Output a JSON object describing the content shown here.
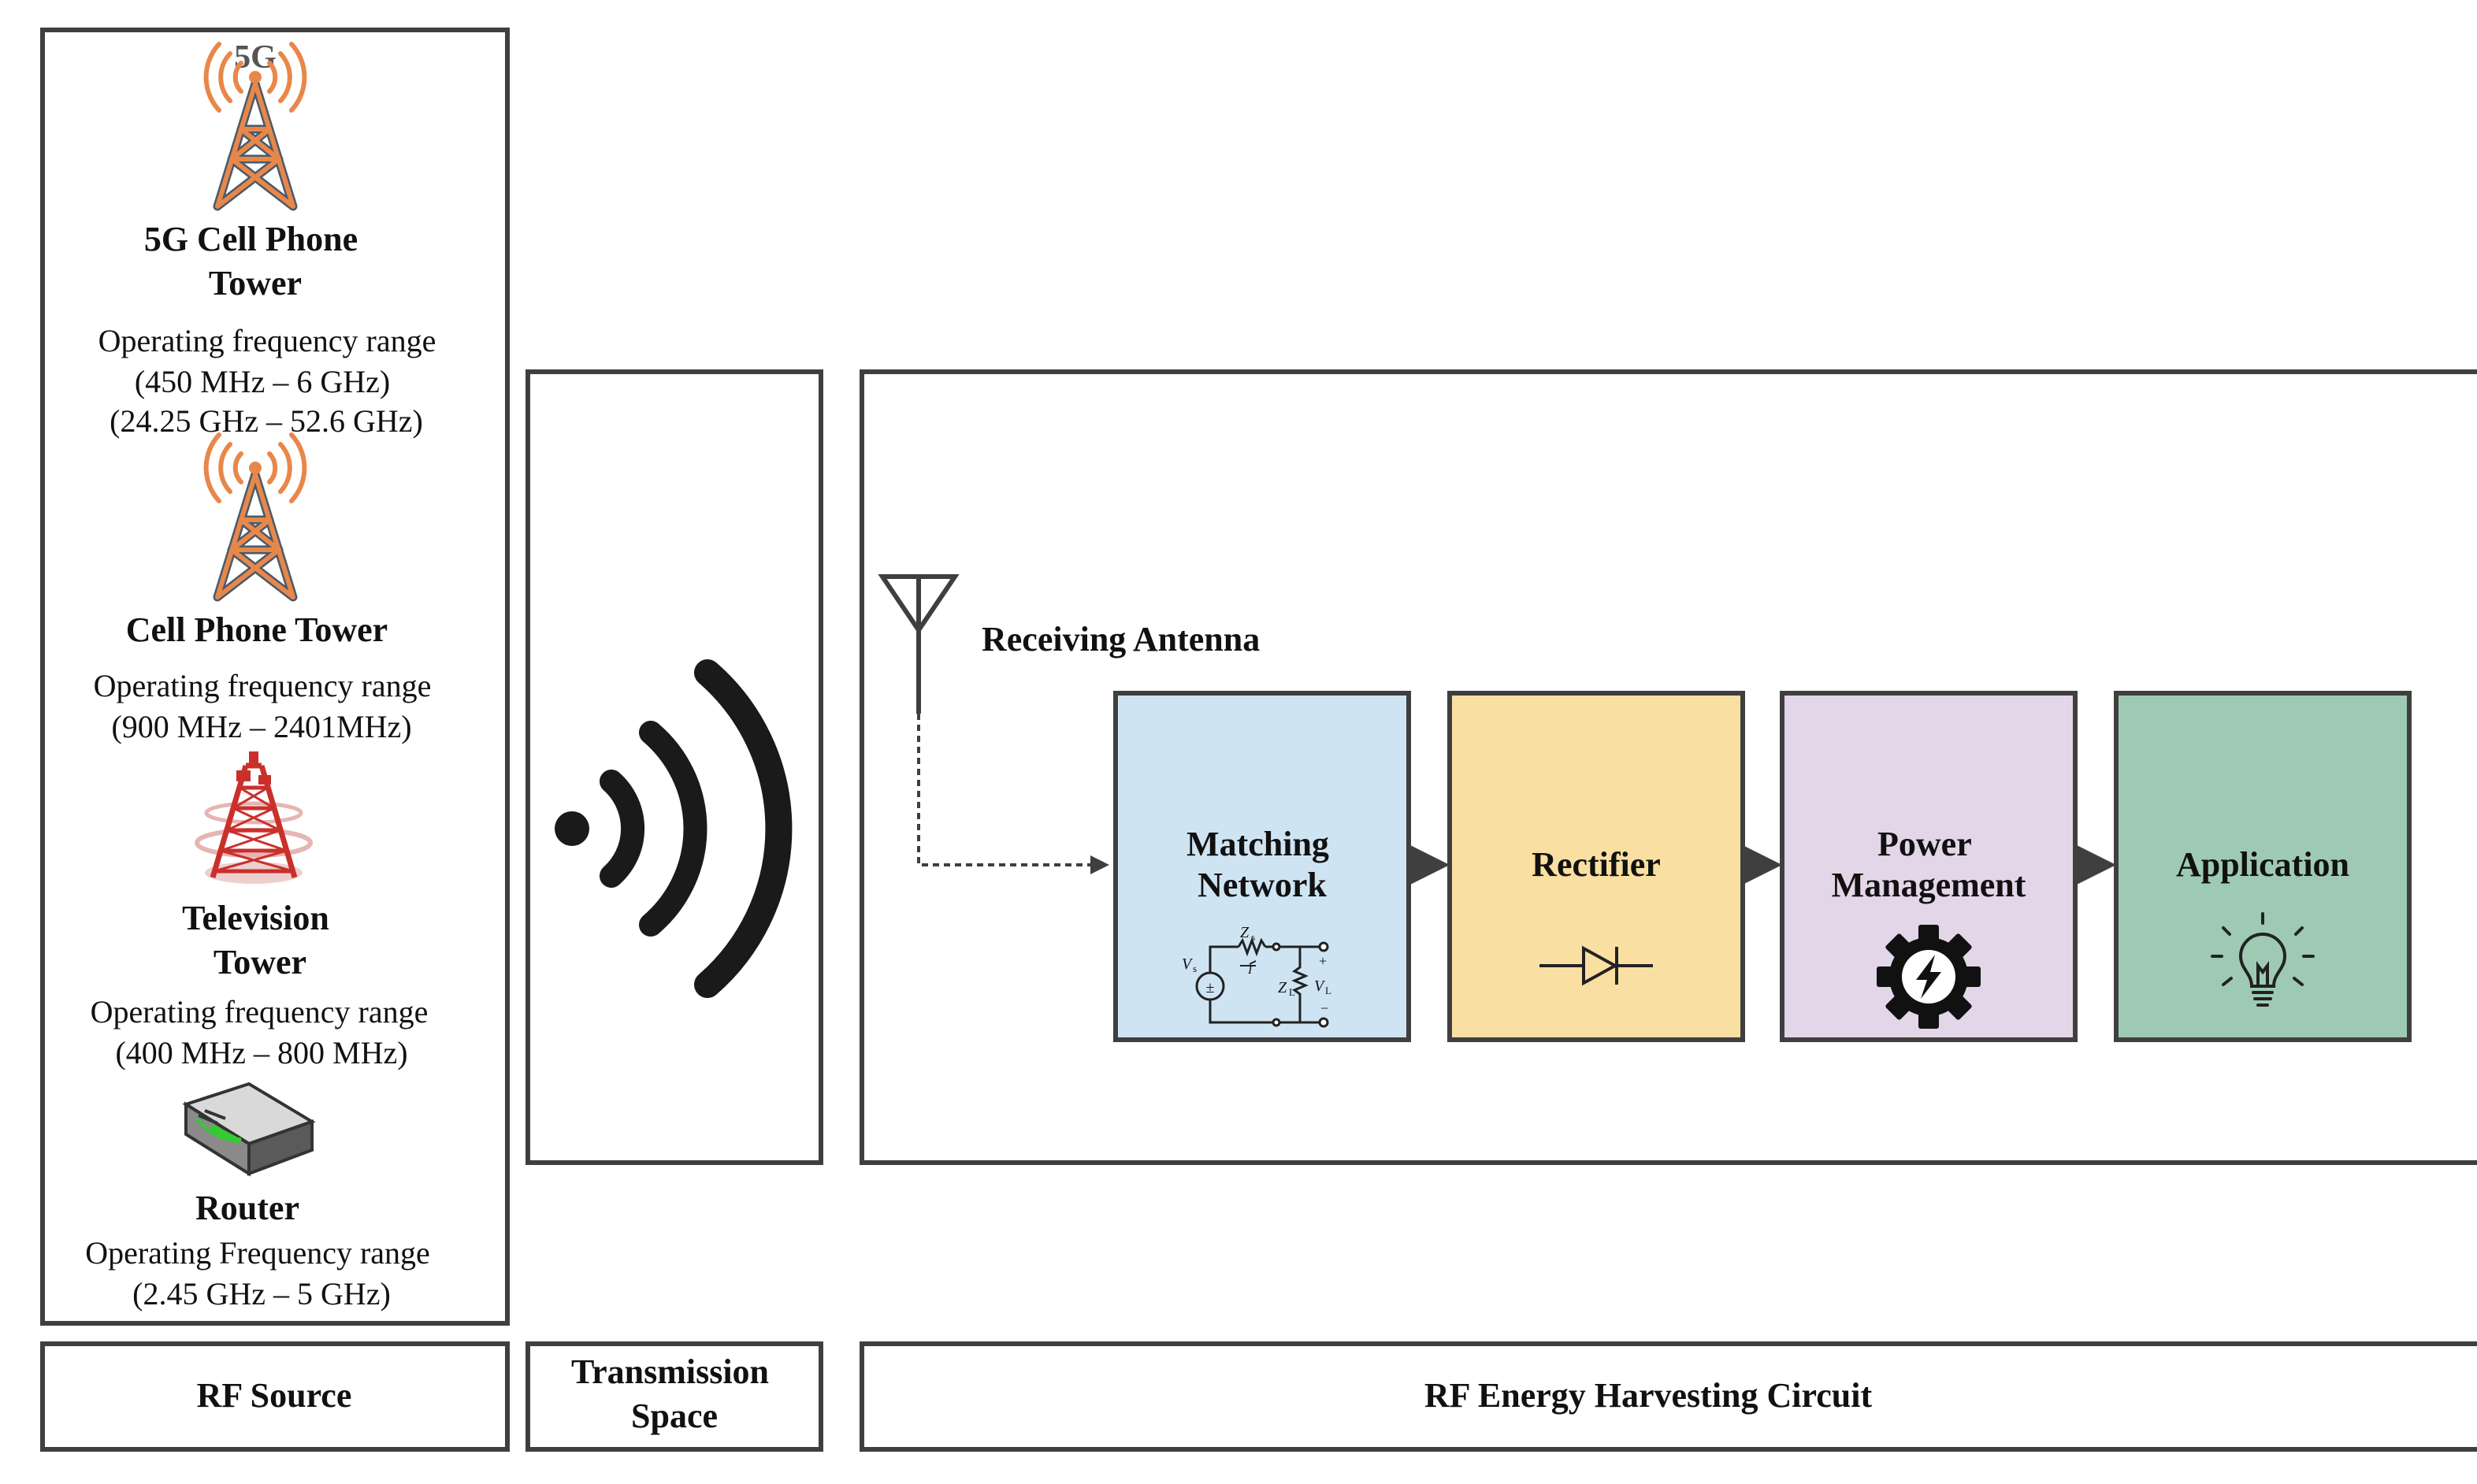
{
  "rf_source": {
    "sources": [
      {
        "badge": "5G",
        "icon": "5g-tower-icon",
        "title_lines": [
          "5G Cell Phone",
          "Tower"
        ],
        "desc_lines": [
          "Operating frequency range",
          "(450 MHz – 6 GHz)",
          "(24.25 GHz – 52.6 GHz)"
        ]
      },
      {
        "icon": "cell-tower-icon",
        "title_lines": [
          "Cell Phone Tower"
        ],
        "desc_lines": [
          "Operating frequency range",
          "(900 MHz – 2401MHz)"
        ]
      },
      {
        "icon": "television-tower-icon",
        "title_lines": [
          "Television",
          "Tower"
        ],
        "desc_lines": [
          "Operating frequency range",
          "(400 MHz – 800 MHz)"
        ]
      },
      {
        "icon": "router-icon",
        "title_lines": [
          "Router"
        ],
        "desc_lines": [
          "Operating Frequency range",
          "(2.45 GHz – 5 GHz)"
        ]
      }
    ]
  },
  "transmission": {
    "icon": "wireless-signal-icon"
  },
  "harvesting": {
    "antenna_label": "Receiving Antenna",
    "blocks": [
      {
        "label_lines": [
          "Matching",
          "Network"
        ],
        "color": "#cfe4f3",
        "icon": "matching-circuit-icon"
      },
      {
        "label_lines": [
          "Rectifier"
        ],
        "color": "#f9dfa2",
        "icon": "diode-icon"
      },
      {
        "label_lines": [
          "Power",
          "Management"
        ],
        "color": "#e3d6e8",
        "icon": "power-gear-icon"
      },
      {
        "label_lines": [
          "Application"
        ],
        "color": "#9ecab4",
        "icon": "light-bulb-icon"
      }
    ],
    "circuit_labels": [
      "Z",
      "s",
      "Z",
      "L",
      "V",
      "s",
      "V",
      "L",
      "+",
      "−",
      "I"
    ]
  },
  "footer": {
    "rf_source": "RF Source",
    "transmission_lines": [
      "Transmission",
      "Space"
    ],
    "harvesting": "RF Energy Harvesting Circuit"
  },
  "colors": {
    "frame": "#3f3f3f",
    "tower": "#e8874a",
    "tower_outline": "#4a5a6a",
    "tv_tower": "#c9302c",
    "router_body": "#8a8a8a",
    "router_leds": "#33cc33"
  }
}
